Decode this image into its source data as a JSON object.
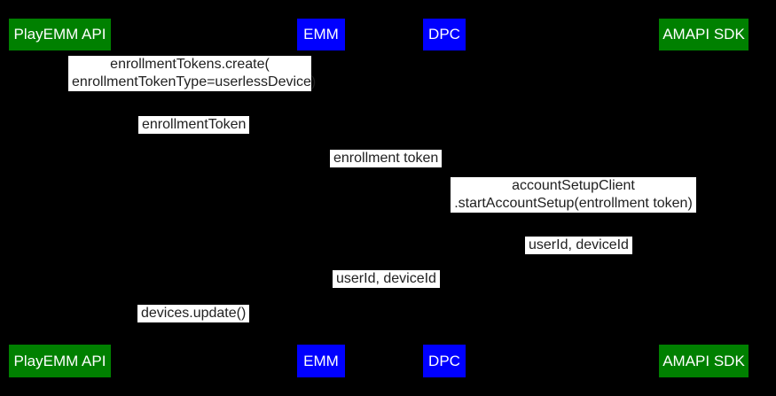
{
  "background": "#000000",
  "label_background": "#ffffff",
  "label_text_color": "#212121",
  "actors": [
    {
      "label": "PlayEMM API",
      "color": "#008000"
    },
    {
      "label": "EMM",
      "color": "#0000ff"
    },
    {
      "label": "DPC",
      "color": "#0000ff"
    },
    {
      "label": "AMAPI SDK",
      "color": "#008000"
    }
  ],
  "messages": [
    {
      "text": "enrollmentTokens.create(\nenrollmentTokenType=userlessDevice)"
    },
    {
      "text": "enrollmentToken"
    },
    {
      "text": "enrollment token"
    },
    {
      "text": "accountSetupClient\n.startAccountSetup(entrollment token)"
    },
    {
      "text": "userId, deviceId"
    },
    {
      "text": "userId, deviceId"
    },
    {
      "text": "devices.update()"
    }
  ]
}
